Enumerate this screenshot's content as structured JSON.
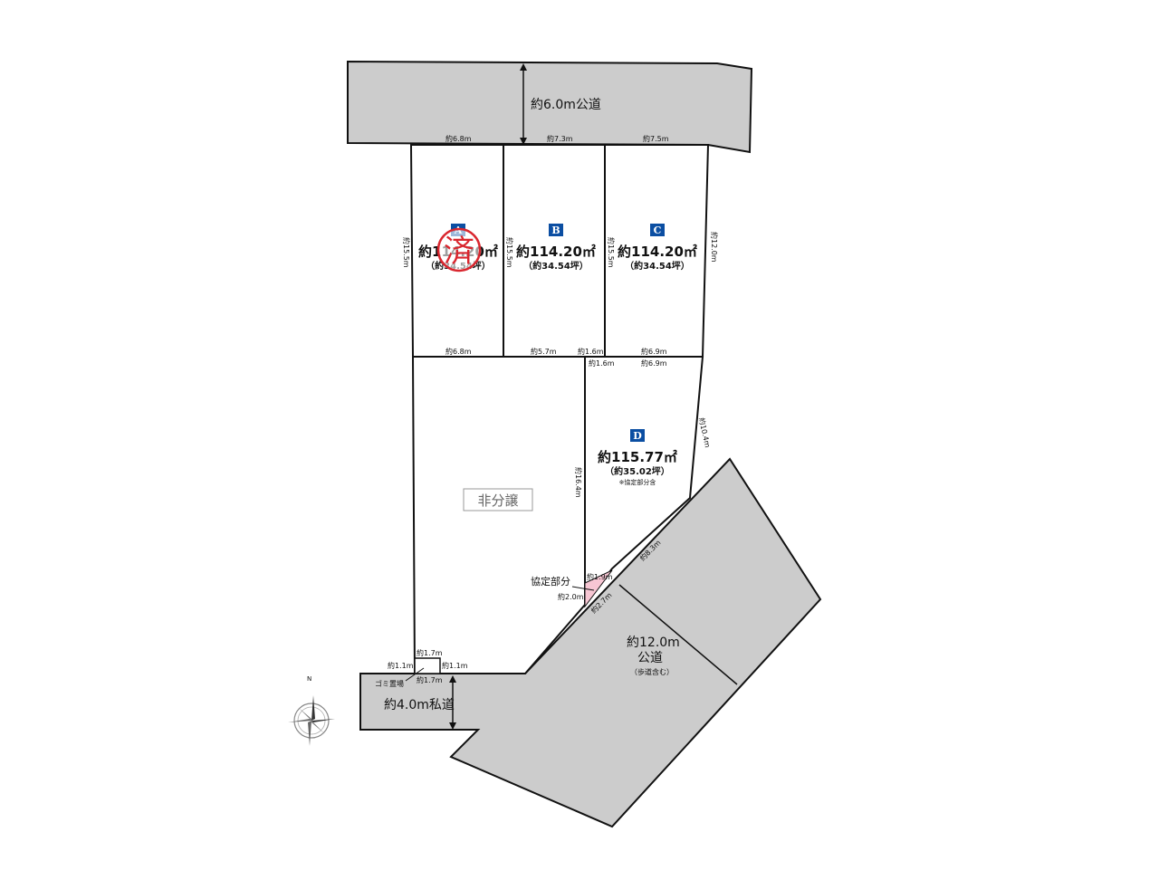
{
  "roads": {
    "north": "約6.0m公道",
    "east": [
      "約12.0m",
      "公道",
      "（歩道含む）"
    ],
    "south": "約4.0m私道"
  },
  "lots": [
    {
      "id": "A",
      "area": "約114.20㎡",
      "tsubo": "（約34.54坪）",
      "sold_mark": "済"
    },
    {
      "id": "B",
      "area": "約114.20㎡",
      "tsubo": "（約34.54坪）"
    },
    {
      "id": "C",
      "area": "約114.20㎡",
      "tsubo": "（約34.54坪）"
    },
    {
      "id": "D",
      "area": "約115.77㎡",
      "tsubo": "（約35.02坪）",
      "note": "※協定部分含"
    }
  ],
  "non_sale": "非分譲",
  "agreement_area": "協定部分",
  "garbage": "ゴミ置場",
  "compass": "N",
  "dimensions": {
    "top_a": "約6.8m",
    "top_b": "約7.3m",
    "top_c": "約7.5m",
    "left_a": "約15.5m",
    "left_b": "約15.5m",
    "left_c": "約15.5m",
    "right_c": "約12.0m",
    "bot_a": "約6.8m",
    "bot_b": "約5.7m",
    "bot_b2": "約1.6m",
    "bot_c": "約6.9m",
    "d_top_short": "約1.6m",
    "d_top": "約6.9m",
    "d_right": "約10.4m",
    "d_left": "約16.4m",
    "d_diag": "約8.3m",
    "agree_top": "約1.9m",
    "agree_left": "約2.0m",
    "agree_diag": "約2.7m",
    "g_top": "約1.7m",
    "g_left": "約1.1m",
    "g_right": "約1.1m",
    "g_bot": "約1.7m"
  }
}
